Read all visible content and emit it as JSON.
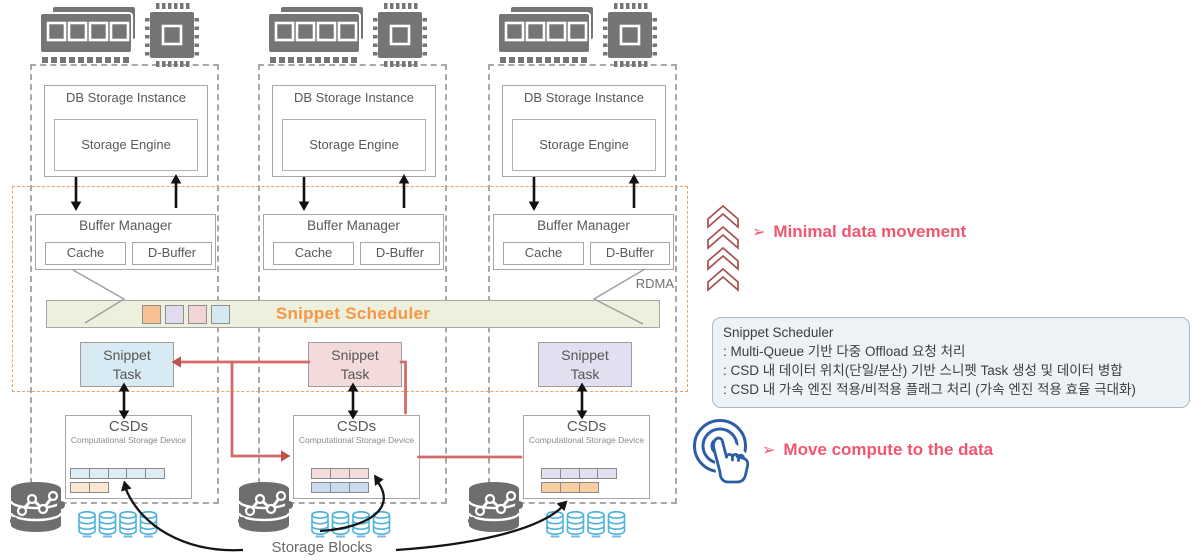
{
  "theme": {
    "accent_orange": "#F79646",
    "annotation_pink": "#F2566F",
    "chevron_red": "#A65050",
    "red_line": "#D46A6A",
    "touch_blue": "#2B5EA7",
    "cylinder_blue": "#4FB3D9",
    "icon_gray": "#757575",
    "scheduler_bg": "#EDF0DC",
    "border_gray": "#A6A6A6",
    "text_gray": "#595959"
  },
  "labels": {
    "db_instance": "DB Storage Instance",
    "storage_engine": "Storage Engine",
    "buffer_manager": "Buffer Manager",
    "cache": "Cache",
    "d_buffer": "D-Buffer",
    "snippet_task_line1": "Snippet",
    "snippet_task_line2": "Task",
    "csds": "CSDs",
    "csd_subtitle": "Computational Storage Device",
    "rdma": "RDMA",
    "storage_blocks": "Storage Blocks"
  },
  "scheduler": {
    "label": "Snippet Scheduler",
    "queue_colors": [
      "#F7C193",
      "#E0DBEE",
      "#F2D4D4",
      "#D4E9F2"
    ]
  },
  "columns": [
    {
      "task_color": "#D8EAF3",
      "csd_rows": [
        {
          "count": 5,
          "color": "#DEEDF5"
        },
        {
          "count": 2,
          "color": "#FBE6CF"
        }
      ]
    },
    {
      "task_color": "#F4DBDB",
      "csd_rows": [
        {
          "count": 3,
          "color": "#F4DCDC"
        },
        {
          "count": 3,
          "color": "#CBDCF0"
        }
      ]
    },
    {
      "task_color": "#E4DFF0",
      "csd_rows": [
        {
          "count": 4,
          "color": "#E2DFF0"
        },
        {
          "count": 3,
          "color": "#F7CFA0"
        }
      ]
    }
  ],
  "annotations": {
    "bullet": "➢",
    "minimal": "Minimal data movement",
    "move_compute": "Move compute to the data",
    "info_box": {
      "title": "Snippet Scheduler",
      "lines": [
        ": Multi-Queue 기반 다중 Offload 요청 처리",
        ": CSD 내 데이터 위치(단일/분산) 기반 스니펫 Task 생성 및 데이터 병합",
        ": CSD 내 가속 엔진 적용/비적용 플래그 처리 (가속 엔진 적용 효율 극대화)"
      ]
    }
  }
}
